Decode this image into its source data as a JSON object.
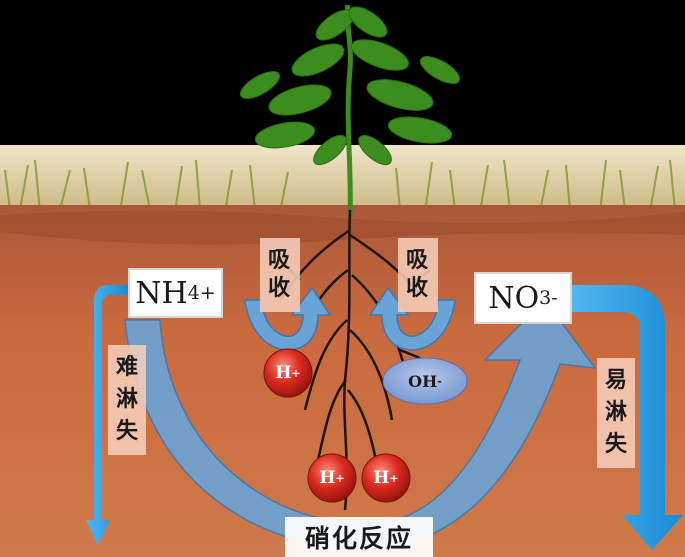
{
  "ammonium": {
    "base": "NH",
    "sub": "4",
    "sup": "+"
  },
  "nitrate": {
    "base": "NO",
    "sub": "3",
    "sup": "-"
  },
  "absorb_left": "吸收",
  "absorb_right": "吸收",
  "hard_leach": "难淋失",
  "easy_leach": "易淋失",
  "nitrification": "硝化反应",
  "ions": {
    "h_left": {
      "base": "H",
      "sup": "+"
    },
    "oh": {
      "base": "OH",
      "sup": "-"
    },
    "h_bottom_1": {
      "base": "H",
      "sup": "+"
    },
    "h_bottom_2": {
      "base": "H",
      "sup": "+"
    }
  },
  "colors": {
    "arrow_blue": "#5b9bd5",
    "leach_blue": "#1e96e0",
    "h_ion_red": "#d8271b",
    "oh_ion": "#8aa7d8",
    "soil": "#c8643a"
  }
}
